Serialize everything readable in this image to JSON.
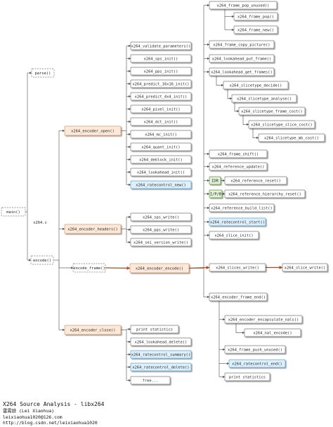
{
  "nodes": {
    "main": "main()",
    "x264c": "x264.c",
    "parse": "parse()",
    "encode": "encode()",
    "encode_frame": "encode_frame()",
    "encoder_open": "x264_encoder_open()",
    "encoder_headers": "x264_encoder_headers()",
    "encoder_encode": "x264_encoder_encode()",
    "encoder_close": "x264_encoder_close()",
    "validate_parameters": "x264_validate_parameters()",
    "sps_init": "x264_sps_init()",
    "pps_init": "x264_pps_init()",
    "predict_16x16_init": "x264_predict_16x16_init()",
    "predict_4x4_init": "x264_predict_4x4_init()",
    "pixel_init": "x264_pixel_init()",
    "dct_init": "x264_dct_init()",
    "mc_init": "x264_mc_init()",
    "quant_init": "x264_quant_init()",
    "deblock_init": "x264_deblock_init()",
    "lookahead_init": "x264_lookahead_init()",
    "ratecontrol_new": "x264_ratecontrol_new()",
    "sps_write": "x264_sps_write()",
    "pps_write": "x264_pps_write()",
    "sei_version_write": "x264_sei_version_write()",
    "print_statistics": "print statistics",
    "lookahead_delete": "x264_lookahead_delete()",
    "ratecontrol_summary": "x264_ratecontrol_summary()",
    "ratecontrol_delete": "x264_ratecontrol_delete()",
    "free": "free...",
    "frame_pop_unused": "x264_frame_pop_unused()",
    "frame_pop": "x264_frame_pop()",
    "frame_new": "x264_frame_new()",
    "frame_copy_picture": "x264_frame_copy_picture()",
    "lookahead_put_frame": "x264_lookahead_put_frame()",
    "lookahead_get_frames": "x264_lookahead_get_frames()",
    "slicetype_decide": "x264_slicetype_decide()",
    "slicetype_analyse": "x264_slicetype_analyse()",
    "slicetype_frame_cost": "x264_slicetype_frame_cost()",
    "slicetype_slice_cost": "x264_slicetype_slice_cost()",
    "slicetype_mb_cost": "x264_slicetype_mb_cost()",
    "frame_shift": "x264_frame_shift()",
    "reference_update": "x264_reference_update()",
    "idr": "IDR",
    "reference_reset": "x264_reference_reset()",
    "ipb": "I/P/B",
    "reference_hierarchy_reset": "x264_reference_hierarchy_reset()",
    "reference_build_list": "x264_reference_build_list()",
    "ratecontrol_start": "x264_ratecontrol_start()",
    "slice_init": "x264_slice_init()",
    "slices_write": "x264_slices_write()",
    "slice_write": "x264_slice_write()",
    "encoder_frame_end": "x264_encoder_frame_end()",
    "encapsulate_nals": "x264_encoder_encapsulate_nals()",
    "nal_encode": "x264_nal_encode()",
    "frame_push_unused": "x264_frame_push_unused()",
    "ratecontrol_end": "x264_ratecontrol_end()",
    "print_statistics_2": "print statistics"
  },
  "footer": {
    "title": "X264 Source Analysis - libx264",
    "author": "雷霄骅 (Lei Xiaohua)",
    "email": "leixiaohua1020@126.com",
    "url": "http://blog.csdn.net/leixiaohua1020"
  },
  "colors": {
    "orange_fill": "#fde9d9",
    "orange_stroke": "#d99a6c",
    "blue_fill": "#ddf0fb",
    "blue_stroke": "#5aa7d6",
    "green_fill": "#e2f3d9",
    "green_stroke": "#5a9a3a",
    "gray_fill": "#ffffff",
    "gray_stroke": "#777777",
    "edge": "#666666",
    "edge_emph": "#b04a1e"
  }
}
